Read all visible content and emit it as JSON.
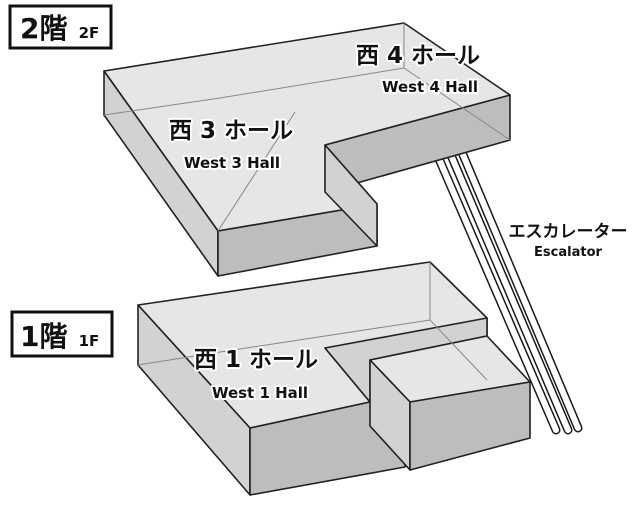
{
  "floors": [
    {
      "id": "2f",
      "label": "2階",
      "sub_label": "2F"
    },
    {
      "id": "1f",
      "label": "1階",
      "sub_label": "1F"
    }
  ],
  "halls": [
    {
      "id": "west-4",
      "name_jp": "西 4 ホール",
      "name_en": "West 4 Hall"
    },
    {
      "id": "west-3",
      "name_jp": "西 3 ホール",
      "name_en": "West 3 Hall"
    },
    {
      "id": "west-1",
      "name_jp": "西 1 ホール",
      "name_en": "West 1 Hall"
    }
  ],
  "escalator": {
    "label_jp": "エスカレーター",
    "label_en": "Escalator"
  },
  "colors": {
    "top_face": "#e6e6e6",
    "side_face": "#bdbdbd",
    "outline": "#222222",
    "background": "#ffffff"
  }
}
